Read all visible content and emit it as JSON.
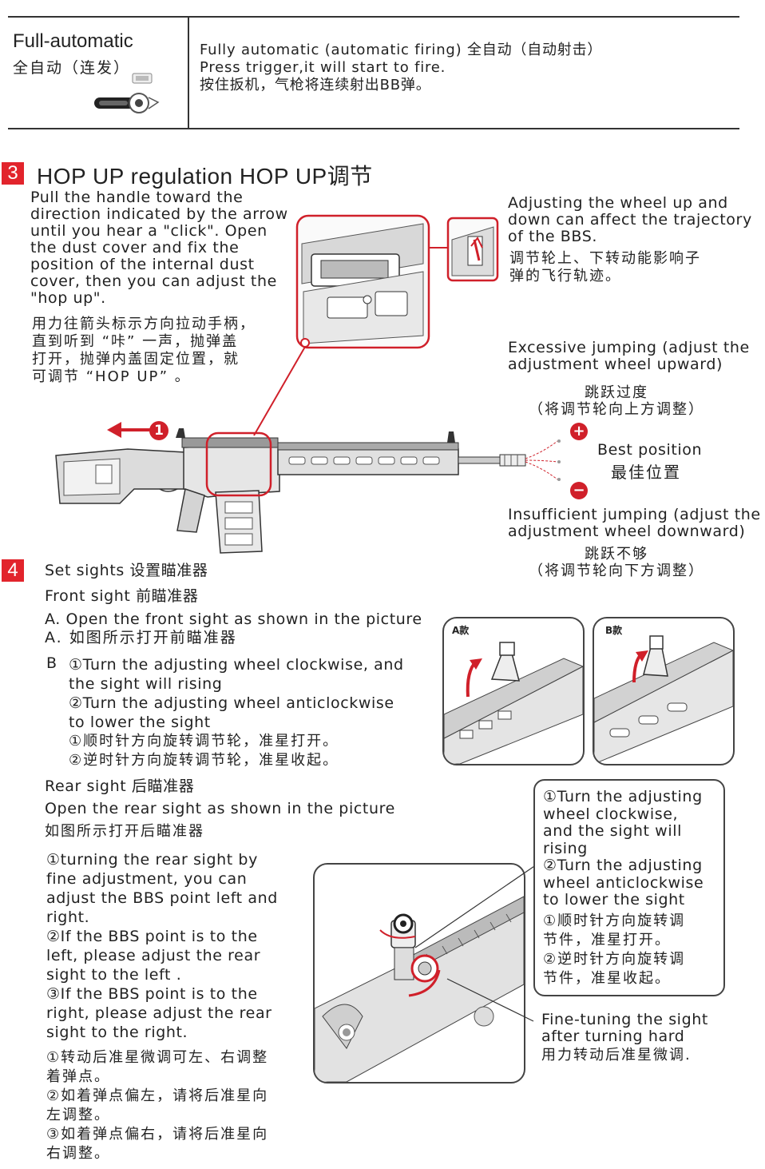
{
  "table": {
    "mode_title": "Full-automatic",
    "mode_subtitle": "全自动（连发）",
    "desc_line1": "Fully automatic (automatic firing) 全自动（自动射击）",
    "desc_line2": "Press trigger,it will start to fire.",
    "desc_line3": "按住扳机，气枪将连续射出BB弹。"
  },
  "section3": {
    "number": "3",
    "title": "HOP UP regulation  HOP UP调节",
    "instructions_en": "Pull the handle toward the\ndirection indicated by the arrow\nuntil you hear a \"click\". Open\nthe  dust cover and fix the\nposition of the internal  dust\ncover, then you can adjust the\n\"hop up\".",
    "instructions_cn": "用力往箭头标示方向拉动手柄，\n直到听到 “咔” 一声，抛弹盖\n打开，抛弹内盖固定位置，就\n可调节 “HOP  UP” 。",
    "wheel_en": "Adjusting the wheel up and\ndown can affect the trajectory\nof the BBS.",
    "wheel_cn": "调节轮上、下转动能影响子\n弹的飞行轨迹。",
    "excessive_en": "Excessive jumping (adjust the\nadjustment wheel upward)",
    "excessive_cn1": "跳跃过度",
    "excessive_cn2": "（将调节轮向上方调整）",
    "best_en": "Best position",
    "best_cn": "最佳位置",
    "insufficient_en": "Insufficient jumping (adjust the\n adjustment wheel downward)",
    "insufficient_cn1": "跳跃不够",
    "insufficient_cn2": "（将调节轮向下方调整）",
    "arrow_marker": "1",
    "plus_marker": "+",
    "minus_marker": "−"
  },
  "section4": {
    "number": "4",
    "title": "Set sights  设置瞄准器",
    "front_title": "Front sight  前瞄准器",
    "front_a_en": "A. Open the front sight as shown in the picture",
    "front_a_cn": "A. 如图所示打开前瞄准器",
    "front_b_label": "B",
    "front_b_en": "①Turn the adjusting wheel clockwise, and\nthe sight will rising\n②Turn the adjusting wheel anticlockwise\nto lower the sight",
    "front_b_cn": "①顺时针方向旋转调节轮，准星打开。\n②逆时针方向旋转调节轮，准星收起。",
    "model_a": "A款",
    "model_b": "B款",
    "rear_title": "Rear sight  后瞄准器",
    "rear_open_en": "Open the rear sight as shown in the picture",
    "rear_open_cn": "如图所示打开后瞄准器",
    "rear_steps_en": "①turning the rear sight by\nfine adjustment, you can\nadjust the BBS point left and\nright.\n②If the BBS point is to the\nleft, please adjust the rear\nsight to the left .\n③If the BBS point is to the\nright, please adjust the rear\nsight to the right.",
    "rear_steps_cn": "①转动后准星微调可左、右调整\n着弹点。\n②如着弹点偏左，请将后准星向\n左调整。\n③如着弹点偏右，请将后准星向\n右调整。",
    "callout_en": "①Turn the adjusting\nwheel clockwise,\nand the sight will\nrising\n②Turn the adjusting\nwheel anticlockwise\nto lower the sight",
    "callout_cn": "①顺时针方向旋转调\n节件，准星打开。\n②逆时针方向旋转调\n节件，准星收起。",
    "finetune_en": "Fine-tuning the sight\nafter turning hard",
    "finetune_cn": "用力转动后准星微调."
  },
  "colors": {
    "accent": "#e2242c",
    "line": "#333333"
  }
}
